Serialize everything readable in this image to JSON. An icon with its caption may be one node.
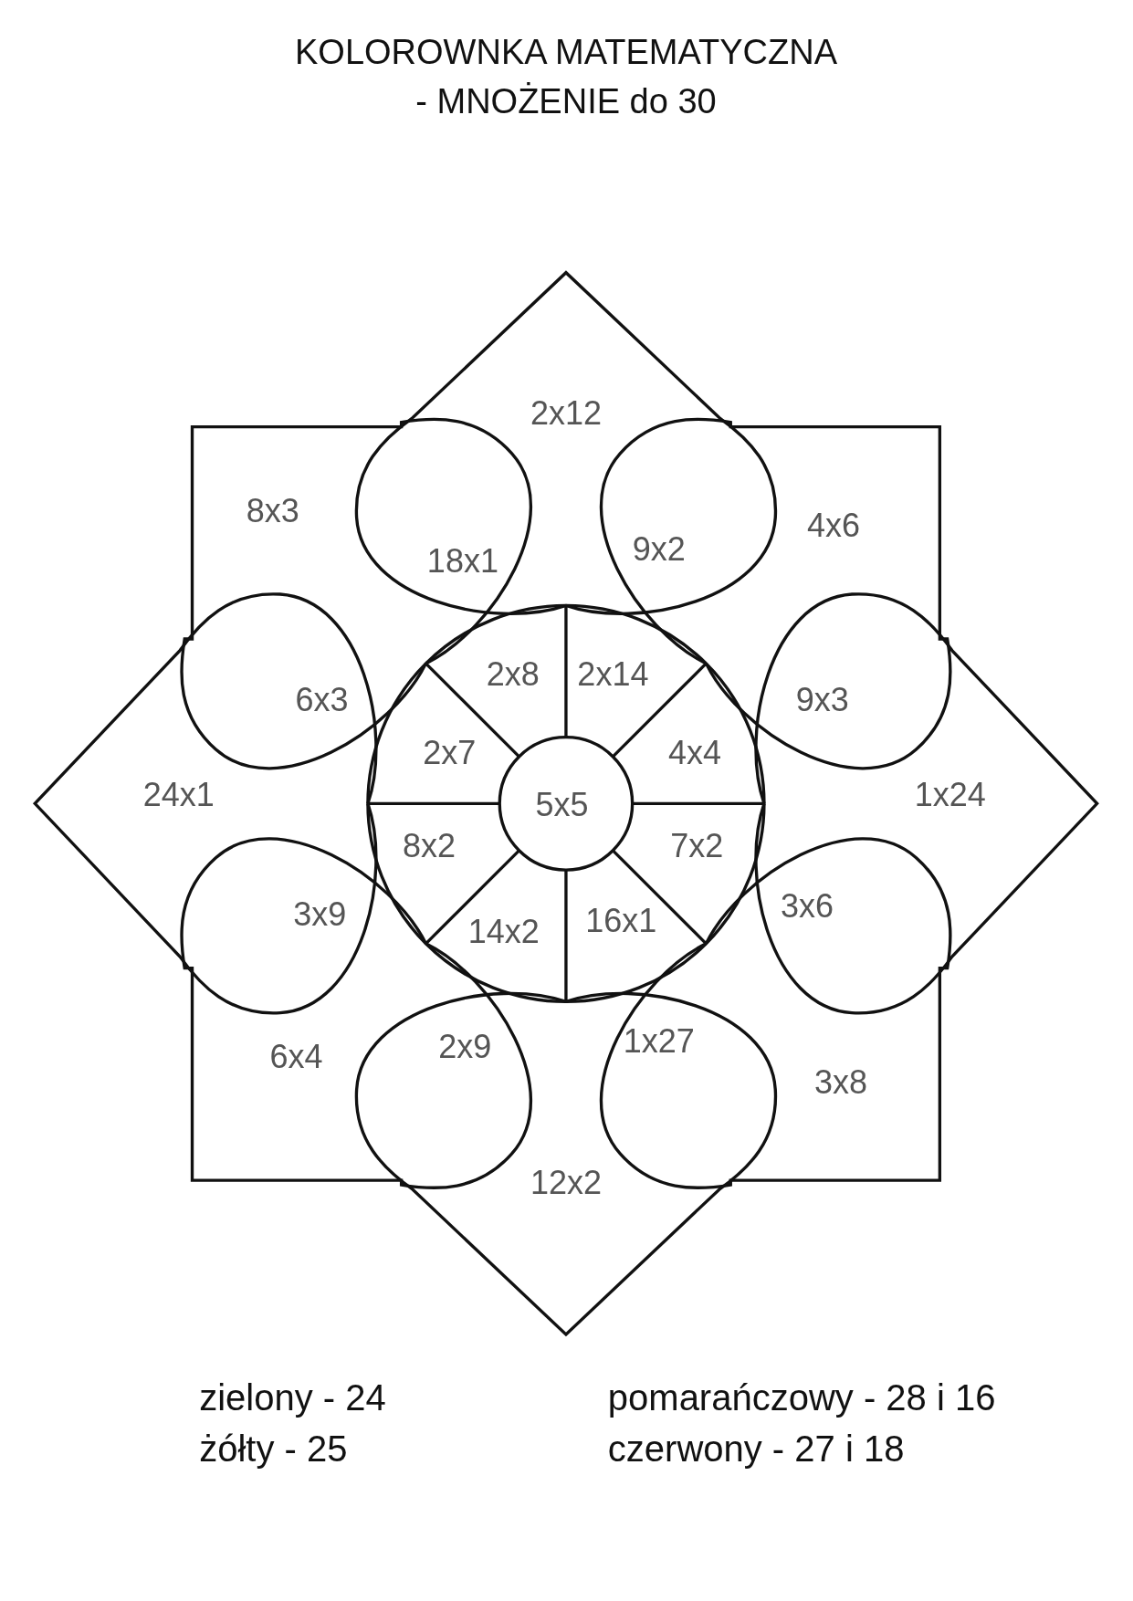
{
  "diagram": {
    "title": "KOLOROWNKA MATEMATYCZNA - MNOŻENIE do 30",
    "labels": [
      "2x12",
      "8x3",
      "4x6",
      "9x2",
      "18x1",
      "2x8",
      "2x14",
      "6x3",
      "9x3",
      "2x7",
      "4x4",
      "24x1",
      "5x5",
      "1x24",
      "8x2",
      "7x2",
      "3x9",
      "14x2",
      "16x1",
      "3x6",
      "6x4",
      "2x9",
      "1x27",
      "3x8",
      "12x2",
      "zielony - 24",
      "pomarańczowy - 28 i 16",
      "żółty - 25",
      "czerwony - 27 i 18"
    ]
  }
}
